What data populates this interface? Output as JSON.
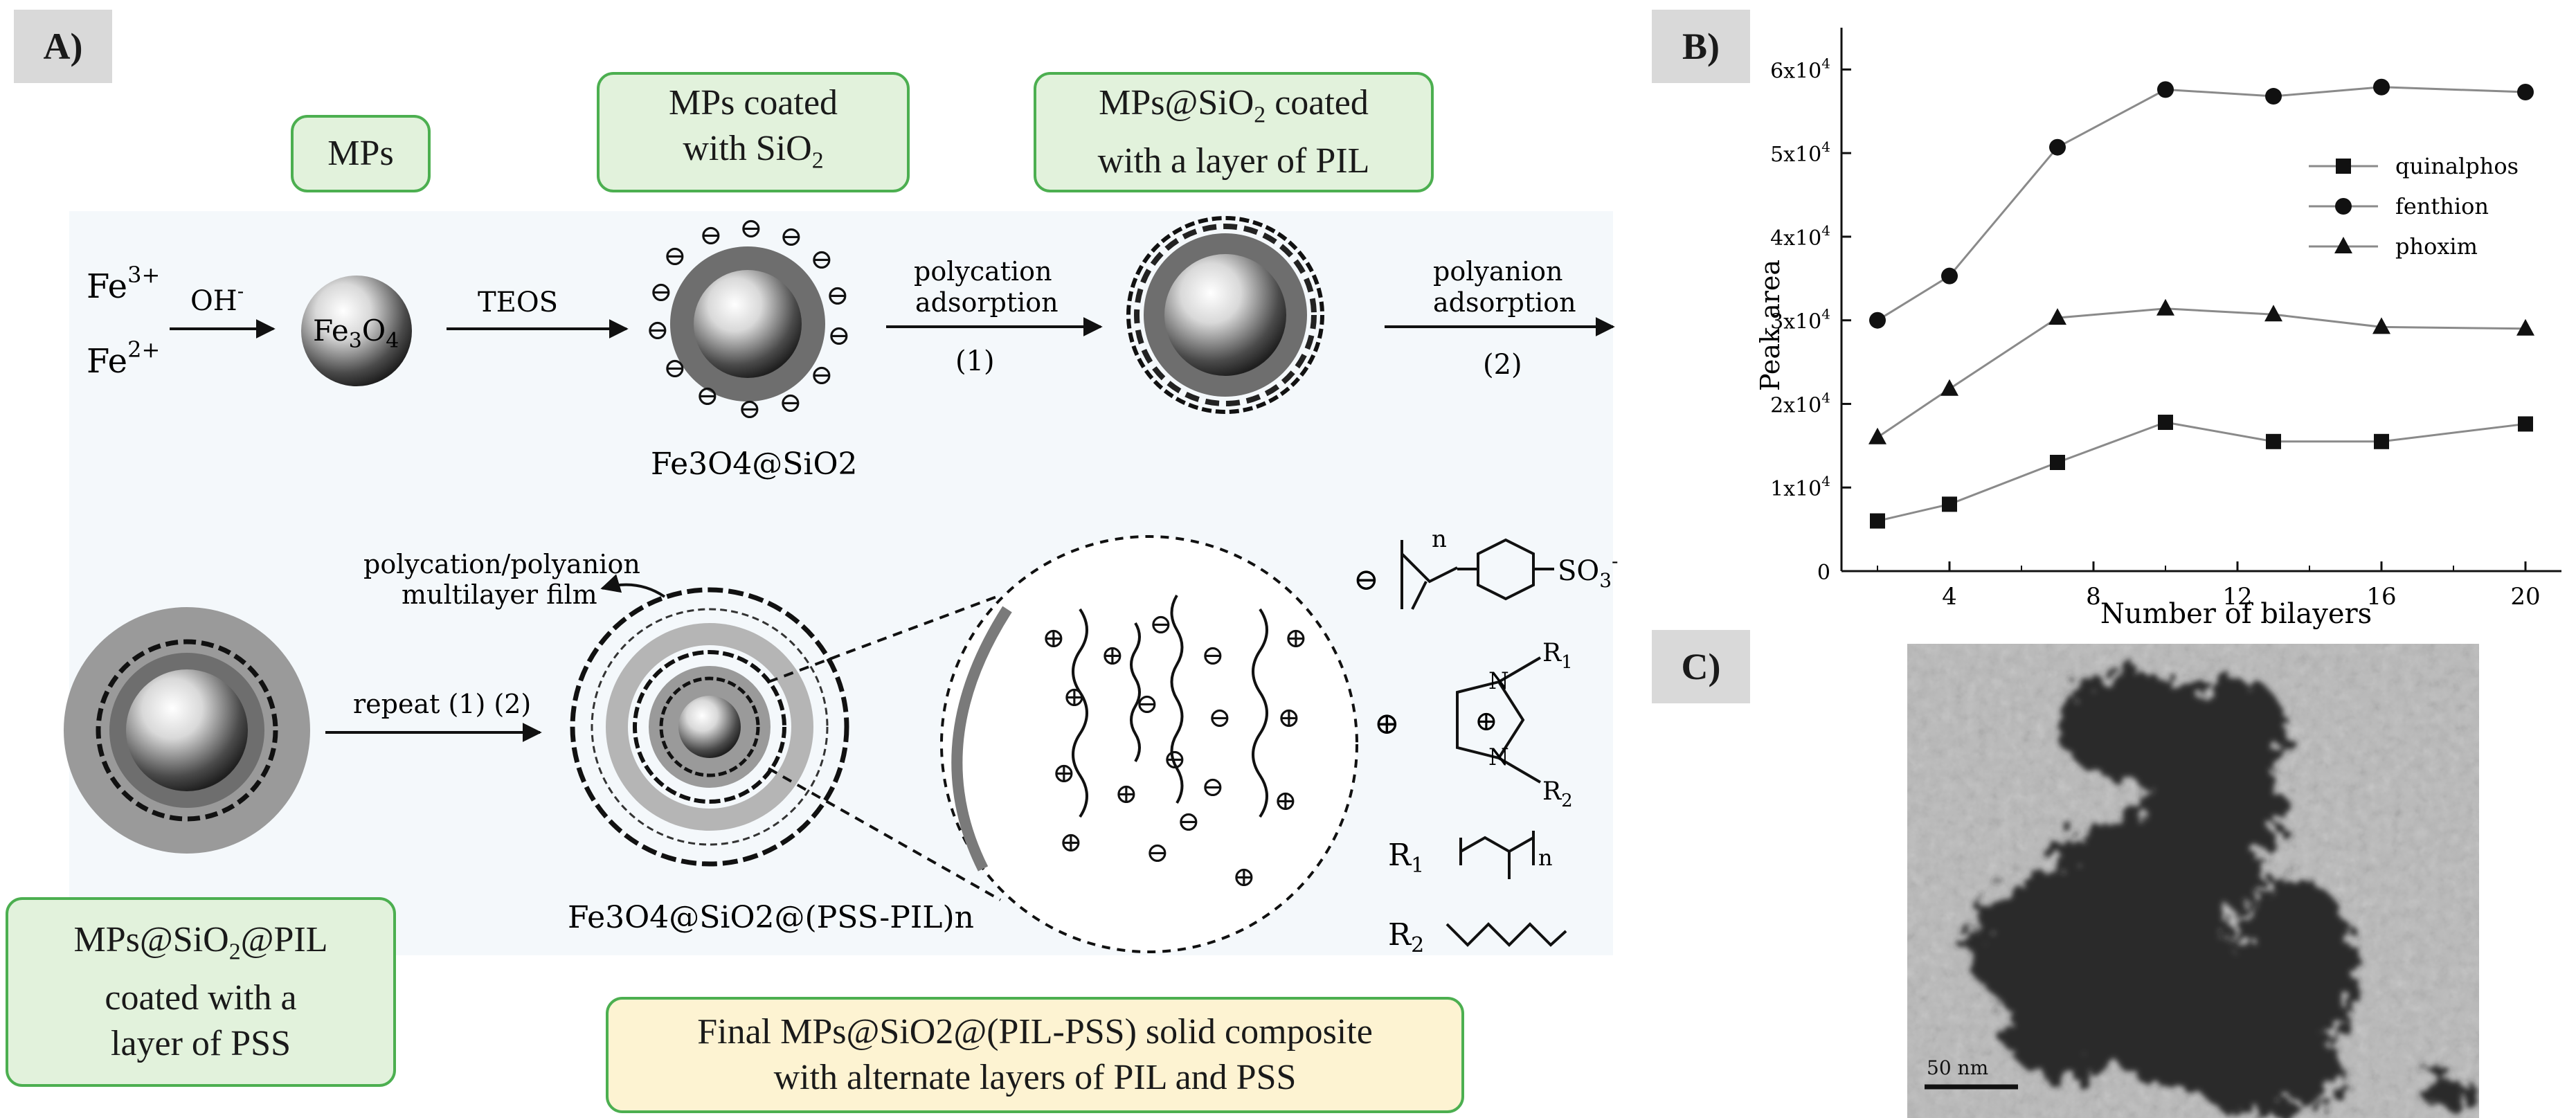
{
  "panels": {
    "a_tag": "A)",
    "b_tag": "B)",
    "c_tag": "C)"
  },
  "boxes": {
    "mps": "MPs",
    "sio2_l1": "MPs coated",
    "sio2_l2a": "with SiO",
    "sio2_l2sub": "2",
    "pil_l1a": "MPs@SiO",
    "pil_l1sub": "2",
    "pil_l1b": " coated",
    "pil_l2": "with a layer of PIL",
    "pss_l1a": "MPs@SiO",
    "pss_l1sub": "2",
    "pss_l1b": "@PIL",
    "pss_l2": "coated with a",
    "pss_l3": "layer of PSS",
    "final_l1": "Final MPs@SiO2@(PIL-PSS) solid composite",
    "final_l2": "with alternate layers of PIL and PSS"
  },
  "scheme": {
    "fe3": "Fe",
    "fe3_sup": "3+",
    "fe2": "Fe",
    "fe2_sup": "2+",
    "oh": "OH",
    "oh_sup": "-",
    "core_fe": "Fe",
    "core_3": "3",
    "core_o": "O",
    "core_4": "4",
    "teos": "TEOS",
    "fe3o4_sio2": "Fe3O4@SiO2",
    "polycation_l1": "polycation",
    "polycation_l2": "adsorption",
    "step1": "(1)",
    "polyanion_l1": "polyanion",
    "polyanion_l2": "adsorption",
    "step2": "(2)",
    "multilayer_l1": "polycation/polyanion",
    "multilayer_l2": "multilayer film",
    "repeat": "repeat (1) (2)",
    "final_label": "Fe3O4@SiO2@(PSS-PIL)n",
    "so3": "SO",
    "so3_sub": "3",
    "so3_sup": "-",
    "n1": "n",
    "n2": "n",
    "r1_label": "R",
    "r1_sub": "1",
    "r2_label": "R",
    "r2_sub": "2",
    "ring_r1": "R",
    "ring_r1_sub": "1",
    "ring_r2": "R",
    "ring_r2_sub": "2",
    "ring_n": "N",
    "ring_n2": "N",
    "minus": "⊖",
    "plus": "⊕"
  },
  "chart_data": {
    "type": "line",
    "xlabel": "Number of bilayers",
    "ylabel": "Peak area",
    "xlim": [
      1,
      21
    ],
    "ylim": [
      0,
      65000
    ],
    "xticks": [
      4,
      8,
      12,
      16,
      20
    ],
    "yticks": [
      0,
      10000,
      20000,
      30000,
      40000,
      50000,
      60000
    ],
    "ytick_labels": [
      "0",
      "1x10",
      "2x10",
      "3x10",
      "4x10",
      "5x10",
      "6x10"
    ],
    "ytick_exp": "4",
    "legend_position": "upper-right",
    "grid": false,
    "line_color": "#8a8a8a",
    "x": [
      2,
      4,
      7,
      10,
      13,
      16,
      20
    ],
    "series": [
      {
        "name": "quinalphos",
        "marker": "square",
        "values": [
          6000,
          8000,
          13000,
          17800,
          15500,
          15500,
          17600
        ]
      },
      {
        "name": "fenthion",
        "marker": "circle",
        "values": [
          30000,
          35300,
          50700,
          57600,
          56800,
          57900,
          57300
        ]
      },
      {
        "name": "phoxim",
        "marker": "triangle",
        "values": [
          16000,
          21800,
          30300,
          31400,
          30700,
          29200,
          29000
        ]
      }
    ]
  },
  "tem": {
    "scale_label": "50 nm"
  }
}
